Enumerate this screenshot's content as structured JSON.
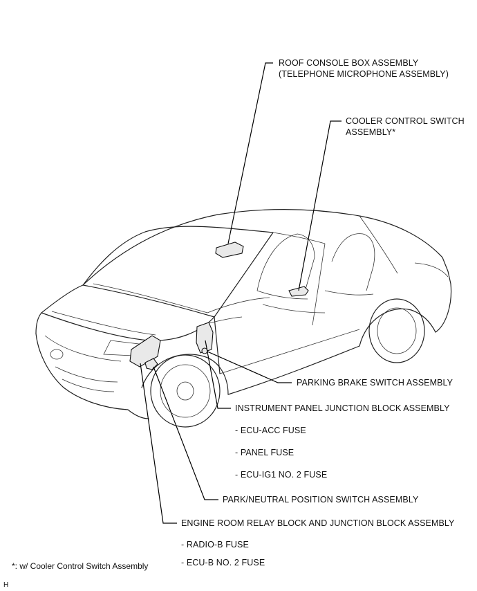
{
  "labels": {
    "roof_console_line1": "ROOF CONSOLE BOX ASSEMBLY",
    "roof_console_line2": "(TELEPHONE MICROPHONE ASSEMBLY)",
    "cooler_line1": "COOLER CONTROL SWITCH",
    "cooler_line2": "ASSEMBLY*",
    "parking_brake": "PARKING BRAKE SWITCH ASSEMBLY",
    "instrument_panel": "INSTRUMENT PANEL JUNCTION BLOCK ASSEMBLY",
    "park_neutral": "PARK/NEUTRAL POSITION SWITCH ASSEMBLY",
    "engine_room": "ENGINE ROOM RELAY BLOCK AND JUNCTION BLOCK ASSEMBLY"
  },
  "instrument_panel_fuses": [
    "- ECU-ACC FUSE",
    "- PANEL FUSE",
    "- ECU-IG1 NO. 2 FUSE"
  ],
  "engine_room_fuses": [
    "- RADIO-B FUSE",
    "- ECU-B NO. 2 FUSE"
  ],
  "footnote": "*: w/ Cooler Control Switch Assembly",
  "corner_mark": "H"
}
